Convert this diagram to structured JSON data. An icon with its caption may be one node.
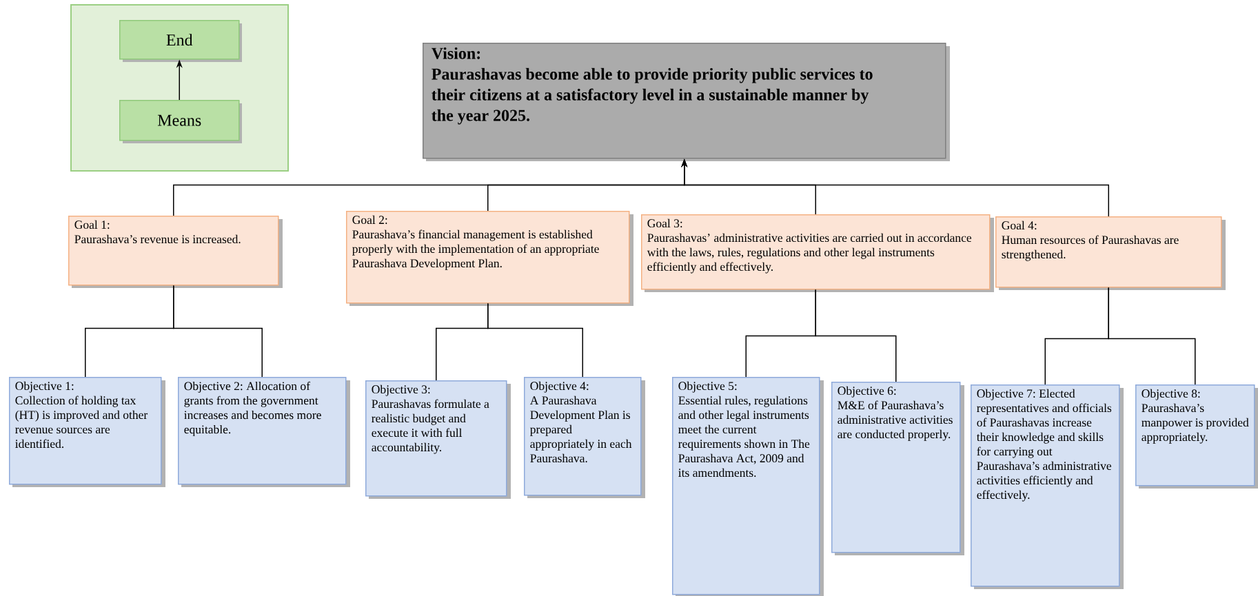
{
  "diagram": {
    "nodes": [
      {
        "text": [],
        "shape": "box"
      },
      {
        "text": [
          "End"
        ],
        "in": 0
      },
      {
        "text": [
          "Means"
        ],
        "in": 0
      },
      {
        "text": [
          "Vision:",
          "Paurashavas become able to provide priority public services to their citizens at a satisfactory level in a sustainable manner by the year 2025."
        ]
      },
      {
        "text": [
          "Goal 1:",
          "Paurashava’s revenue is increased."
        ]
      },
      {
        "text": [
          "Goal 2:",
          "Paurashava’s financial management is established properly with the implementation of an appropriate Paurashava Development Plan."
        ]
      },
      {
        "text": [
          "Goal 3:",
          "Paurashavas’ administrative activities are carried out in accordance with the laws, rules, regulations and other legal instruments efficiently and effectively."
        ]
      },
      {
        "text": [
          "Goal 4:",
          "Human resources of Paurashavas are strengthened."
        ]
      },
      {
        "text": [
          "Objective 1:",
          "Collection of holding tax (HT) is improved and other revenue sources are identified."
        ]
      },
      {
        "text": [
          "Objective 2:",
          "Allocation of grants from the government increases and becomes more equitable."
        ]
      },
      {
        "text": [
          "Objective 3:",
          "Paurashavas formulate a realistic budget and execute it with full accountability."
        ]
      },
      {
        "text": [
          "Objective 4:",
          "A Paurashava Development Plan is prepared appropriately in each Paurashava."
        ]
      },
      {
        "text": [
          "Objective 5:",
          "Essential rules, regulations and other legal instruments meet the current requirements shown in The Paurashava Act, 2009 and its amendments."
        ]
      },
      {
        "text": [
          "Objective 6:",
          "M&E of Paurashava’s administrative activities are conducted properly."
        ]
      },
      {
        "text": [
          "Objective 7:",
          "Elected representatives and officials of Paurashavas increase their knowledge and skills for carrying out Paurashava’s administrative activities efficiently and effectively."
        ]
      },
      {
        "text": [
          "Objective 8:",
          "Paurashava’s manpower is provided appropriately."
        ]
      }
    ],
    "edges": [
      {
        "from": 2,
        "to": 1,
        "arrow": "to"
      },
      {
        "from": 4,
        "to": 3,
        "arrow": "to"
      },
      {
        "from": 5,
        "to": 3,
        "arrow": "to"
      },
      {
        "from": 6,
        "to": 3,
        "arrow": "to"
      },
      {
        "from": 7,
        "to": 3,
        "arrow": "to"
      },
      {
        "from": 8,
        "to": 4,
        "arrow": "none"
      },
      {
        "from": 9,
        "to": 4,
        "arrow": "none"
      },
      {
        "from": 10,
        "to": 5,
        "arrow": "none"
      },
      {
        "from": 11,
        "to": 5,
        "arrow": "none"
      },
      {
        "from": 12,
        "to": 6,
        "arrow": "none"
      },
      {
        "from": 13,
        "to": 6,
        "arrow": "none"
      },
      {
        "from": 14,
        "to": 7,
        "arrow": "none"
      },
      {
        "from": 15,
        "to": 7,
        "arrow": "none"
      }
    ]
  }
}
